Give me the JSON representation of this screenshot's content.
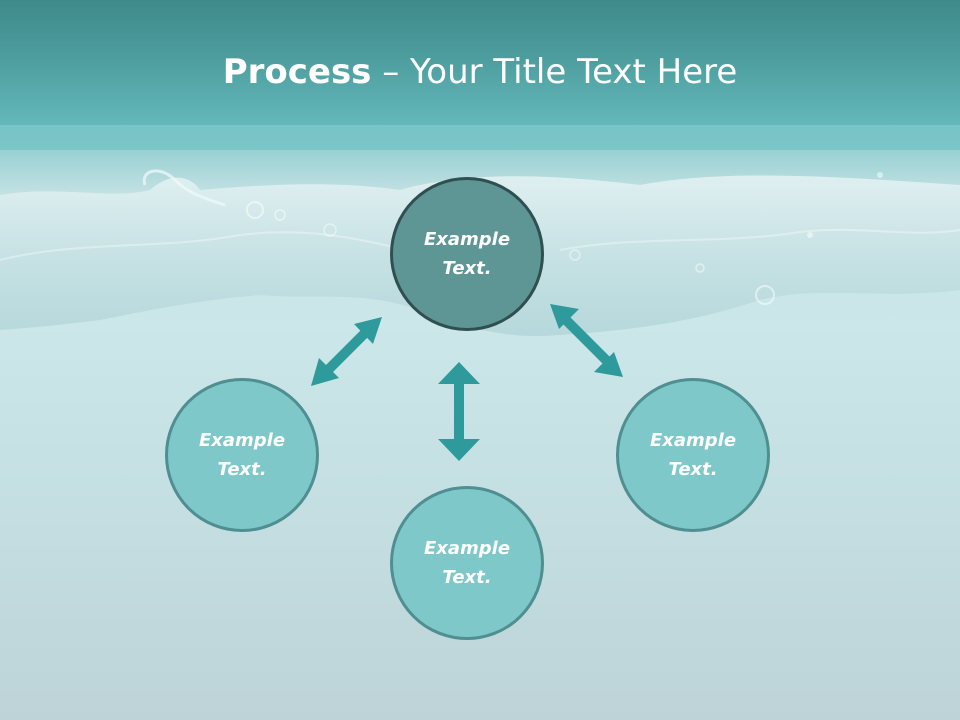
{
  "title": {
    "bold": "Process",
    "rest": " – Your Title Text Here"
  },
  "nodes": {
    "top": "Example Text.",
    "left": "Example Text.",
    "right": "Example Text.",
    "bottom": "Example Text."
  },
  "colors": {
    "header": "#4e9e9f",
    "node_fill": "#7ec8c9",
    "node_border": "#4f8f91",
    "center_fill": "#5e9696",
    "center_border": "#2f4f50",
    "arrow": "#2e9a9b"
  }
}
